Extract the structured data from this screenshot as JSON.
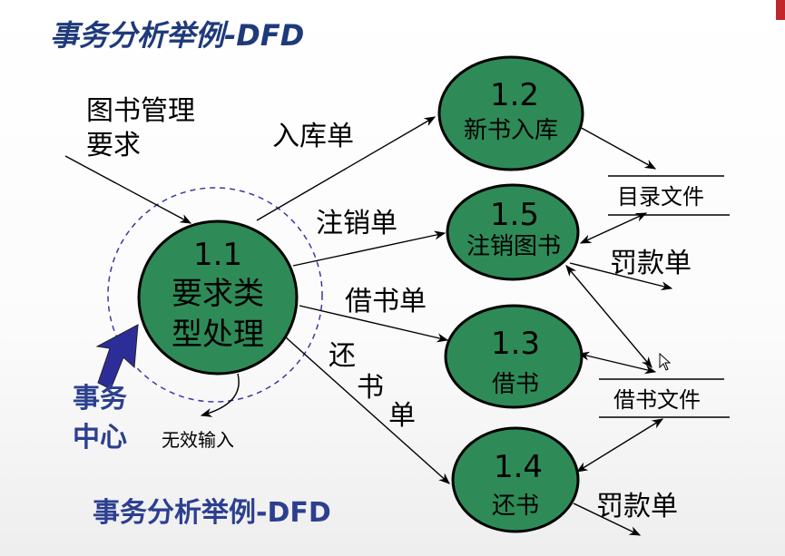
{
  "title": "事务分析举例-DFD",
  "subtitle": "事务分析举例-DFD",
  "input_label": [
    "图书管理",
    "要求"
  ],
  "center_label": [
    "事务",
    "中心"
  ],
  "invalid_label": "无效输入",
  "processes": {
    "p11": {
      "number": "1.1",
      "name_lines": [
        "要求类",
        "型处理"
      ]
    },
    "p12": {
      "number": "1.2",
      "name": "新书入库"
    },
    "p15": {
      "number": "1.5",
      "name": "注销图书"
    },
    "p13": {
      "number": "1.3",
      "name": "借书"
    },
    "p14": {
      "number": "1.4",
      "name": "还书"
    }
  },
  "flows": {
    "ruku": "入库单",
    "zhuxiao": "注销单",
    "jieshu": "借书单",
    "huanshu": [
      "还",
      "书",
      "单"
    ],
    "fakuan1": "罚款单",
    "fakuan2": "罚款单"
  },
  "stores": {
    "catalog": "目录文件",
    "borrow": "借书文件"
  },
  "colors": {
    "process_fill": "#2e8b57",
    "title": "#1f3a7a",
    "center_text": "#2c3f8f",
    "dashed_circle": "#3a3aa0",
    "big_arrow": "#2d2d9a"
  }
}
